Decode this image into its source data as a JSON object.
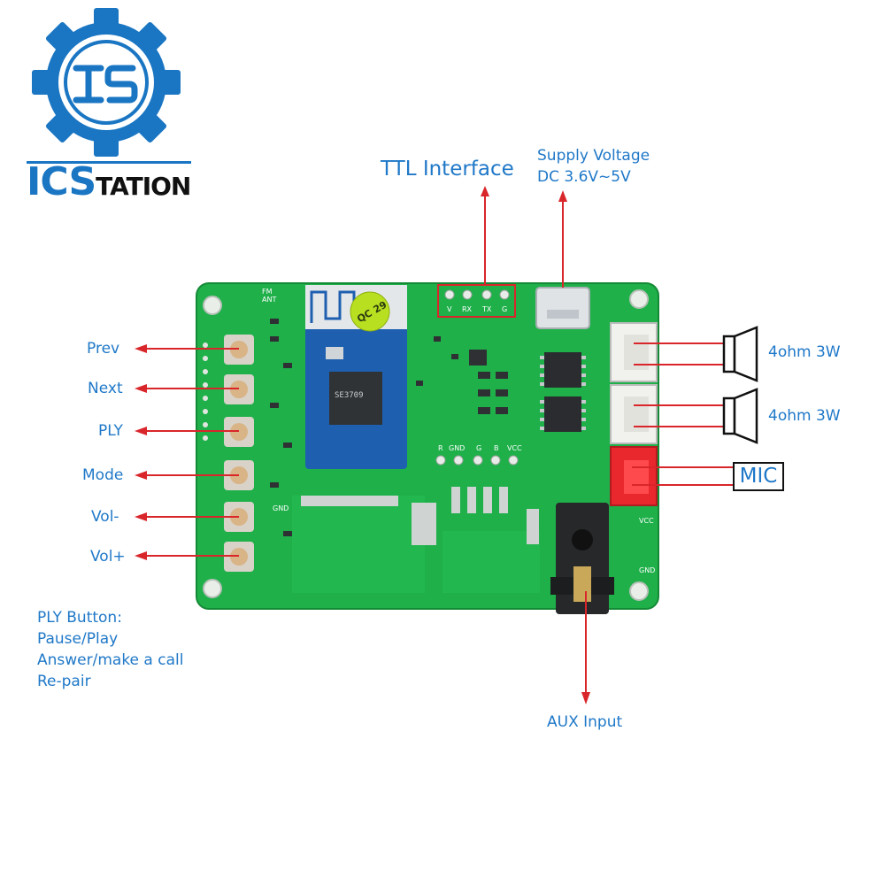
{
  "logo": {
    "brand_part1": "ICS",
    "brand_part2": "TATION",
    "badge": "IS",
    "blue": "#1a76c3"
  },
  "labels": {
    "ttl_interface": "TTL Interface",
    "supply_voltage_line1": "Supply Voltage",
    "supply_voltage_line2": "DC 3.6V~5V",
    "speaker_1": "4ohm 3W",
    "speaker_2": "4ohm 3W",
    "mic": "MIC",
    "aux_input": "AUX Input"
  },
  "buttons": [
    {
      "label": "Prev"
    },
    {
      "label": "Next"
    },
    {
      "label": "PLY"
    },
    {
      "label": "Mode"
    },
    {
      "label": "Vol-"
    },
    {
      "label": "Vol+"
    }
  ],
  "ply_note": [
    "PLY Button:",
    "Pause/Play",
    "Answer/make a call",
    "Re-pair"
  ],
  "board": {
    "pcb_color": "#1fb04a",
    "module_color": "#1e5fb0",
    "chip_text": "SE3709",
    "sticker_text": "QC 29",
    "ttl_pins": [
      "V",
      "RX",
      "TX",
      "G"
    ],
    "mid_pins": [
      "R",
      "GND",
      "G",
      "B",
      "VCC"
    ],
    "silk_fm_ant": "FM ANT",
    "silk_gnd": "GND",
    "silk_vcc": "VCC",
    "silk_gnd_right": "GND"
  },
  "colors": {
    "arrow": "#d9262b",
    "label": "#1f78c8"
  }
}
